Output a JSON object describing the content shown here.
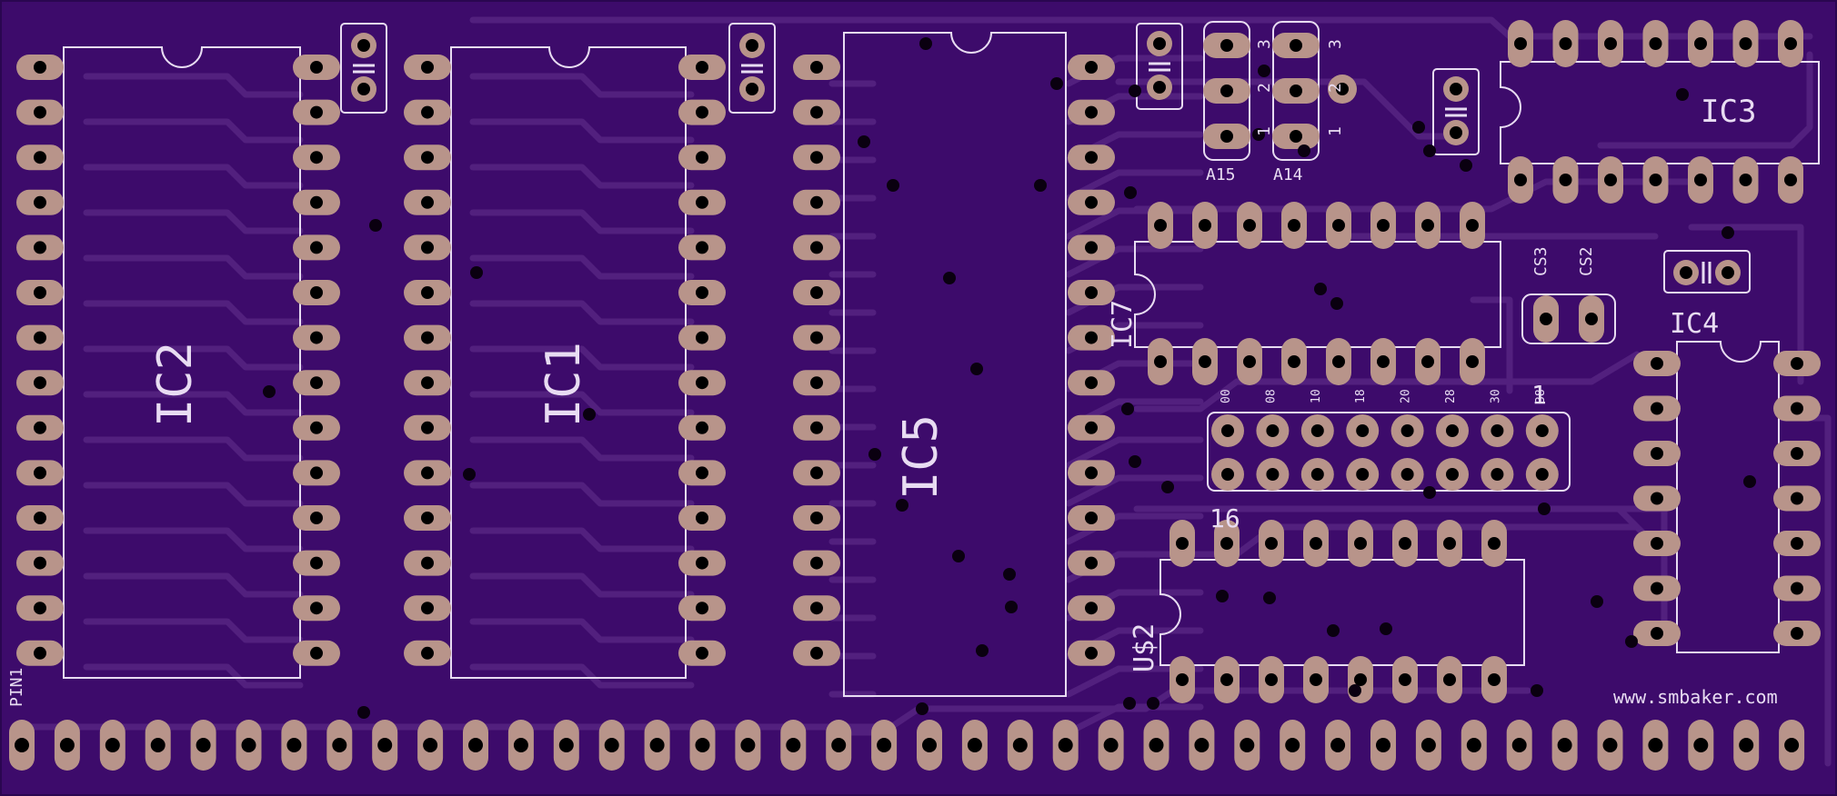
{
  "board": {
    "background_color": "#3d0b6b",
    "trace_color": "#52207e",
    "silkscreen_color": "#e8dcf2",
    "pad_color": "#b8948a"
  },
  "labels": {
    "ic2": "IC2",
    "ic1": "IC1",
    "ic5": "IC5",
    "ic3": "IC3",
    "ic4": "IC4",
    "ic7": "IC7",
    "u2": "U$2",
    "pin1": "PIN1",
    "a15": "A15",
    "a14": "A14",
    "cs3": "CS3",
    "cs2": "CS2",
    "jp_3": "3",
    "jp_2": "2",
    "jp_1": "1",
    "jp_3b": "3",
    "jp_2b": "2",
    "jp_1b": "1",
    "hdr_one": "1",
    "hdr_sixteen": "16",
    "website": "www.smbaker.com"
  },
  "header_addresses": [
    "00",
    "08",
    "10",
    "18",
    "20",
    "28",
    "30",
    "38"
  ]
}
